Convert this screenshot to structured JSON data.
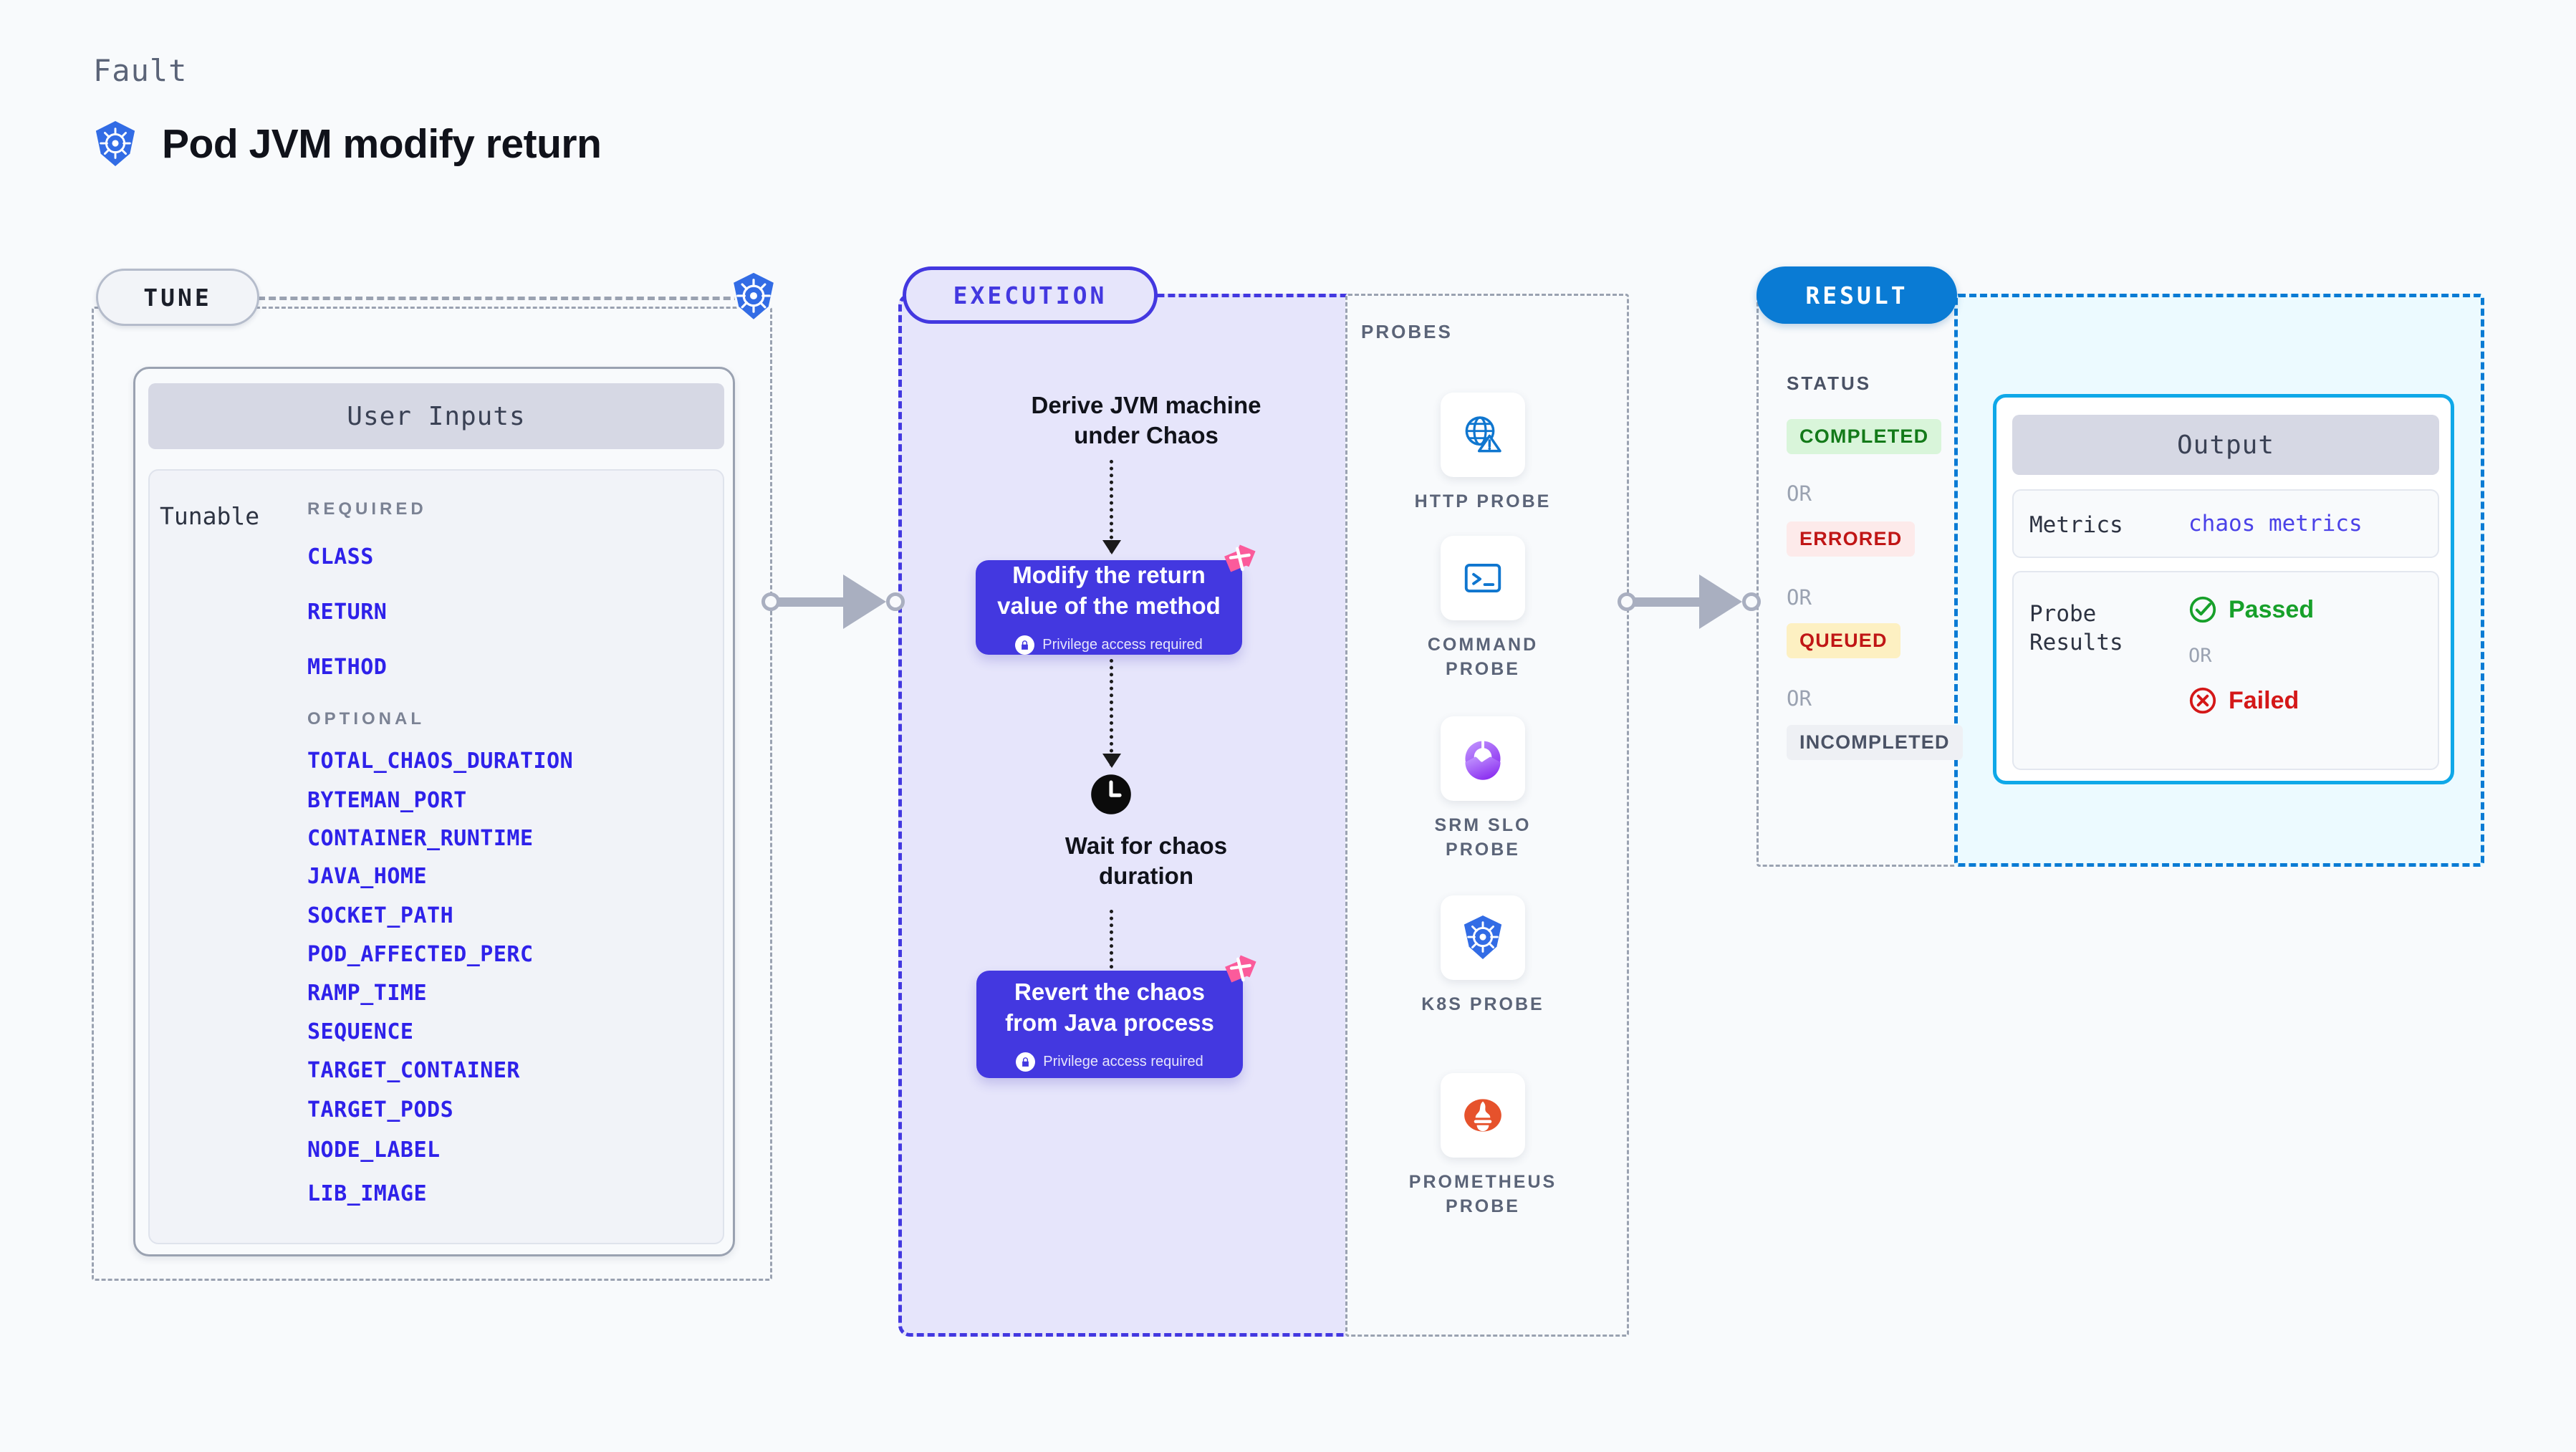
{
  "header": {
    "kicker": "Fault",
    "title": "Pod JVM modify return",
    "logo_icon": "kubernetes-icon"
  },
  "colors": {
    "page_bg": "#f8fafc",
    "indigo": "#4338e0",
    "indigo_soft": "#e6e5fb",
    "blue": "#0a7bd4",
    "cyan": "#0fa8e8",
    "cyan_soft": "#ecfaff",
    "param_blue": "#2e21ea",
    "gray_dash": "#9aa2b1",
    "pink": "#fb5b9b",
    "green": "#17a02a",
    "red": "#d41818"
  },
  "tune": {
    "pill_label": "TUNE",
    "k8s_node_icon": "kubernetes-icon",
    "card_title": "User Inputs",
    "tunable_label": "Tunable",
    "required_label": "REQUIRED",
    "required": [
      "CLASS",
      "RETURN",
      "METHOD"
    ],
    "optional_label": "OPTIONAL",
    "optional": [
      "TOTAL_CHAOS_DURATION",
      "BYTEMAN_PORT",
      "CONTAINER_RUNTIME",
      "JAVA_HOME",
      "SOCKET_PATH",
      "POD_AFFECTED_PERC",
      "RAMP_TIME",
      "SEQUENCE",
      "TARGET_CONTAINER",
      "TARGET_PODS",
      "NODE_LABEL",
      "LIB_IMAGE"
    ]
  },
  "execution": {
    "pill_label": "EXECUTION",
    "steps": [
      {
        "type": "text",
        "label": "Derive JVM machine\nunder Chaos"
      },
      {
        "type": "card",
        "label": "Modify the return\nvalue of the method",
        "note": "Privilege access required",
        "badge_icon": "litmus-chaos-icon",
        "lock_icon": "lock-icon"
      },
      {
        "type": "text",
        "label": "Wait for chaos\nduration",
        "icon": "clock-icon"
      },
      {
        "type": "card",
        "label": "Revert the chaos\nfrom Java process",
        "note": "Privilege access required",
        "badge_icon": "litmus-chaos-icon",
        "lock_icon": "lock-icon"
      }
    ]
  },
  "probes": {
    "section_label": "PROBES",
    "items": [
      {
        "label": "HTTP PROBE",
        "icon": "globe-warning-icon"
      },
      {
        "label": "COMMAND\nPROBE",
        "icon": "terminal-icon"
      },
      {
        "label": "SRM SLO\nPROBE",
        "icon": "srm-slo-icon"
      },
      {
        "label": "K8S PROBE",
        "icon": "kubernetes-icon"
      },
      {
        "label": "PROMETHEUS\nPROBE",
        "icon": "prometheus-icon"
      }
    ]
  },
  "result": {
    "pill_label": "RESULT",
    "status_label": "STATUS",
    "or_label": "OR",
    "statuses": [
      {
        "label": "COMPLETED",
        "style": "completed"
      },
      {
        "label": "ERRORED",
        "style": "errored"
      },
      {
        "label": "QUEUED",
        "style": "queued"
      },
      {
        "label": "INCOMPLETED",
        "style": "incompleted"
      }
    ],
    "output": {
      "card_title": "Output",
      "metrics_key": "Metrics",
      "metrics_value": "chaos metrics",
      "probe_results_key": "Probe\nResults",
      "passed_label": "Passed",
      "passed_icon": "check-circle-icon",
      "failed_label": "Failed",
      "failed_icon": "x-circle-icon",
      "or_label": "OR"
    }
  }
}
